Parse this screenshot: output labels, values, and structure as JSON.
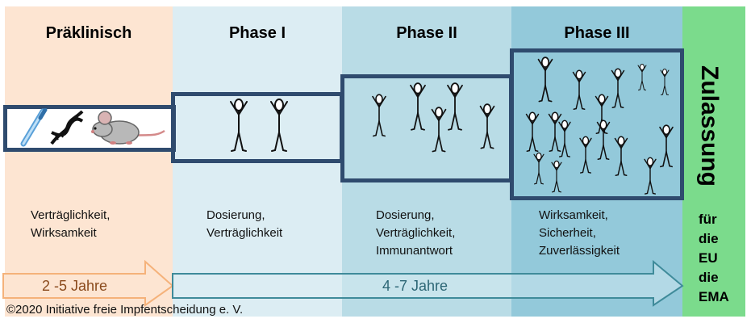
{
  "columns": [
    {
      "title": "Präklinisch",
      "desc": [
        "Verträglichkeit,",
        "Wirksamkeit"
      ]
    },
    {
      "title": "Phase I",
      "desc": [
        "Dosierung,",
        "Verträglichkeit"
      ]
    },
    {
      "title": "Phase II",
      "desc": [
        "Dosierung,",
        "Verträglichkeit,",
        "Immunantwort"
      ]
    },
    {
      "title": "Phase III",
      "desc": [
        "Wirksamkeit,",
        "Sicherheit,",
        "Zuverlässigkeit"
      ]
    }
  ],
  "approval": {
    "title": "Zulassung",
    "lines": [
      "für",
      "die",
      "EU",
      "die",
      "EMA"
    ]
  },
  "arrows": {
    "preclinical": "2 -5 Jahre",
    "clinical": "4 -7 Jahre"
  },
  "copyright": "©2020 Initiative freie Impfentscheidung  e. V.",
  "colors": {
    "preclinical_bg": "#fde5d2",
    "phase1_bg": "#dcedf3",
    "phase2_bg": "#b9dce6",
    "phase3_bg": "#93c9da",
    "approval_bg": "#7bdb8c",
    "box_border": "#2f4b6e",
    "arrow_orange": "#f5b27a",
    "arrow_teal": "#3f8b9a"
  },
  "figure_counts": {
    "phase1": 2,
    "phase2": 5,
    "phase3": 16
  }
}
